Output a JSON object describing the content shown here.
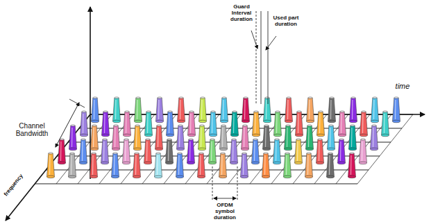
{
  "diagram": {
    "labels": [
      "Guard Interval duration",
      "Used part duration",
      "time",
      "Channel Bandwidth",
      "frequency",
      "OFDM symbol duration"
    ]
  }
}
